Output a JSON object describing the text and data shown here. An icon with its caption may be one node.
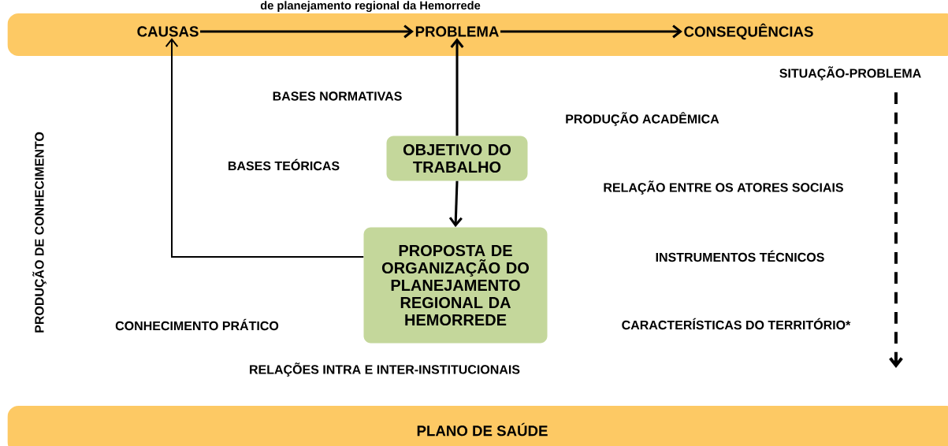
{
  "diagram": {
    "title": "de planejamento regional da Hemorrede",
    "nodes": [
      {
        "text": [],
        "shape": "band"
      },
      {
        "text": [
          "CAUSAS"
        ],
        "in": 0
      },
      {
        "text": [
          "PROBLEMA"
        ],
        "in": 0
      },
      {
        "text": [
          "CONSEQUÊNCIAS"
        ],
        "in": 0
      },
      {
        "text": [
          "OBJETIVO DO TRABALHO"
        ]
      },
      {
        "text": [
          "PROPOSTA DE ORGANIZAÇÃO DO PLANEJAMENTO REGIONAL DA HEMORREDE"
        ]
      },
      {
        "text": [
          "SITUAÇÃO-PROBLEMA"
        ]
      },
      {
        "text": [
          "PLANO DE SAÚDE"
        ]
      }
    ],
    "edges": [
      {
        "from": 1,
        "to": 2,
        "arrow": "to"
      },
      {
        "from": 2,
        "to": 3,
        "arrow": "to"
      },
      {
        "from": 4,
        "to": 2,
        "arrow": "to"
      },
      {
        "from": 4,
        "to": 5,
        "arrow": "to"
      },
      {
        "from": 5,
        "to": 1,
        "arrow": "to"
      },
      {
        "from": 6,
        "to": null,
        "arrow": "to",
        "style": "dashed"
      }
    ],
    "labels": [
      "PRODUÇÃO DE CONHECIMENTO",
      "BASES NORMATIVAS",
      "PRODUÇÃO ACADÊMICA",
      "BASES TEÓRICAS",
      "RELAÇÃO ENTRE OS ATORES SOCIAIS",
      "INSTRUMENTOS TÉCNICOS",
      "CONHECIMENTO PRÁTICO",
      "CARACTERÍSTICAS DO TERRITÓRIO*",
      "RELAÇÕES INTRA E INTER-INSTITUCIONAIS"
    ]
  }
}
